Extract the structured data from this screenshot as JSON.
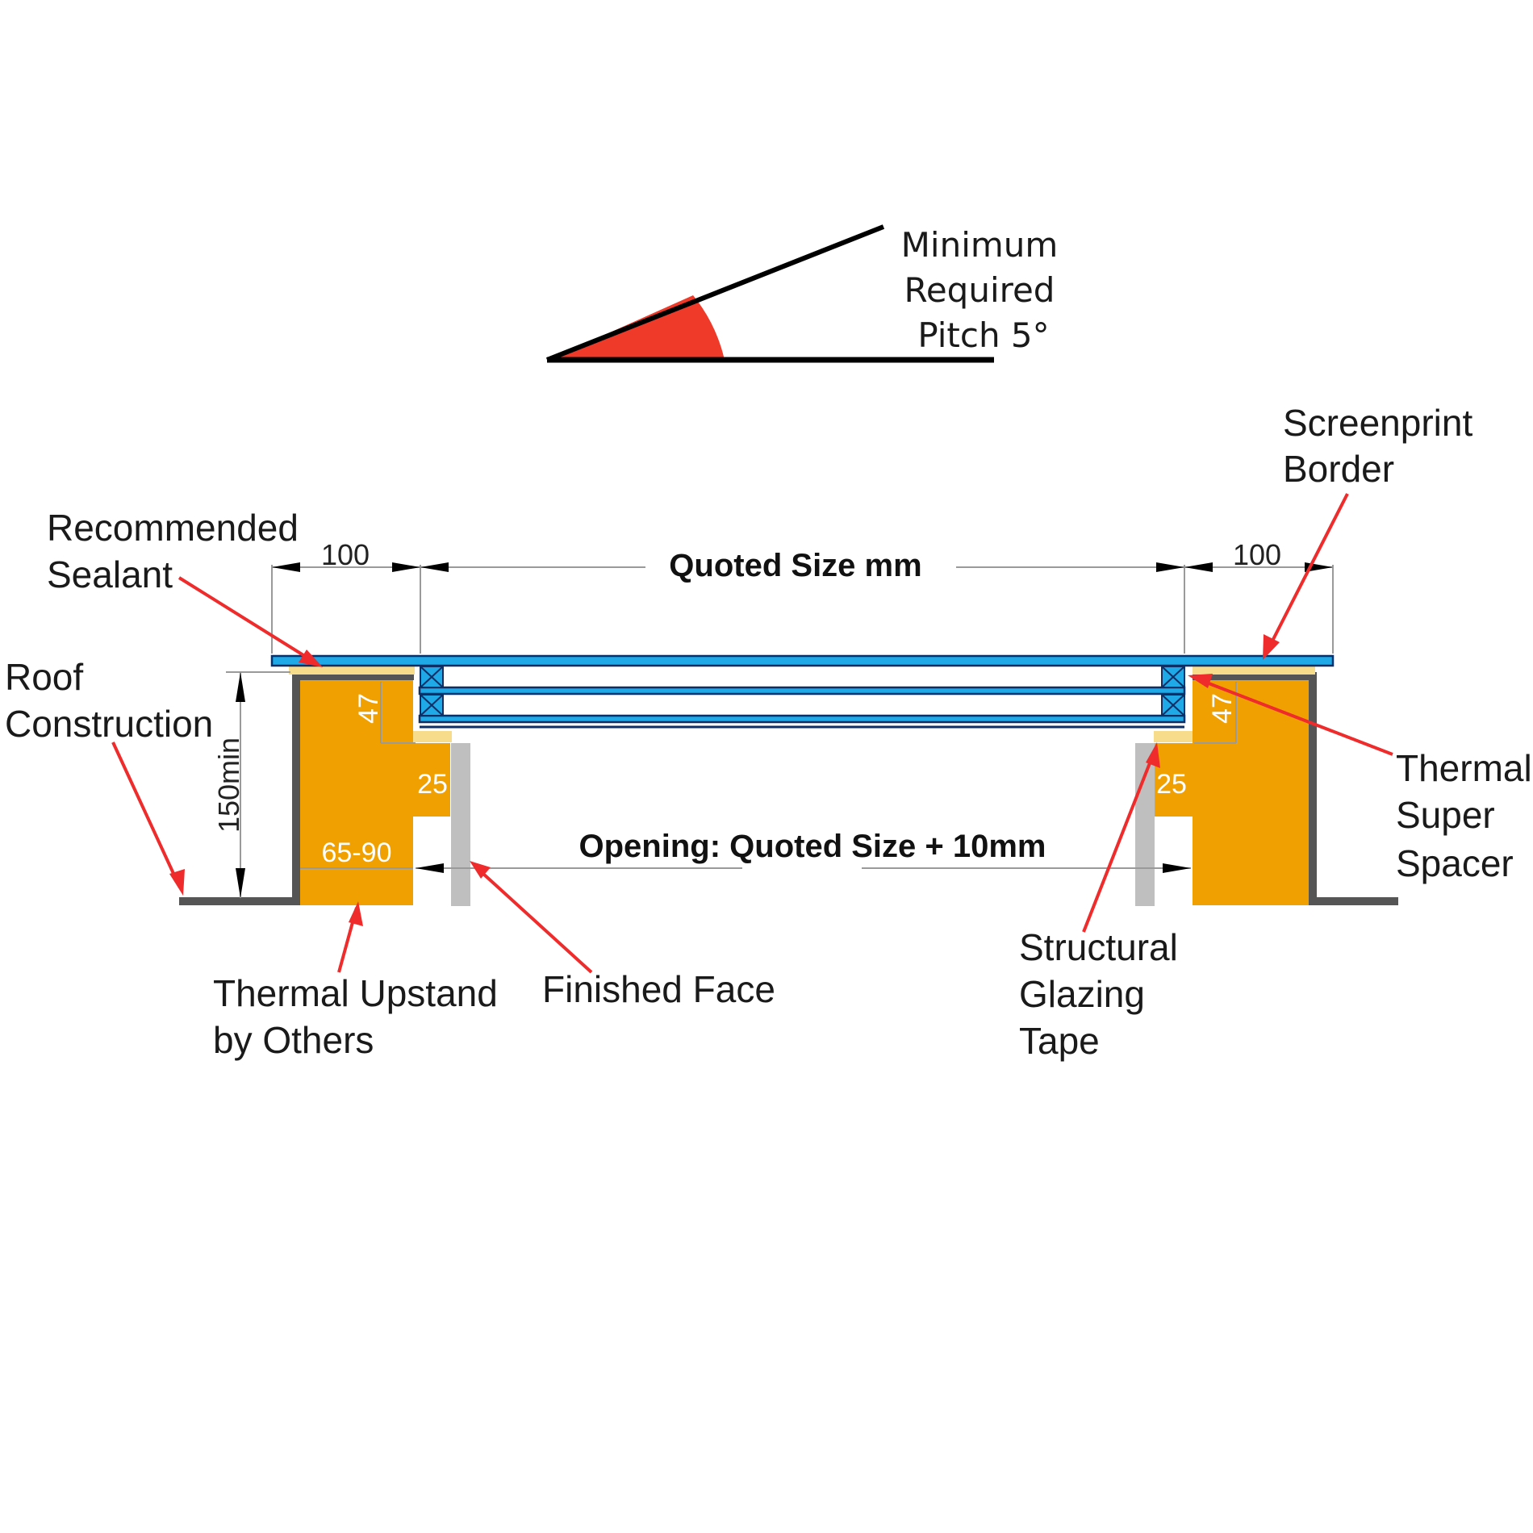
{
  "pitch": {
    "line1": "Minimum",
    "line2": "Required",
    "line3": "Pitch 5°"
  },
  "dimensions": {
    "left_border": "100",
    "right_border": "100",
    "quoted_size": "Quoted Size mm",
    "opening": "Opening: Quoted Size + 10mm",
    "upstand_height": "150min",
    "left_depth": "47",
    "right_depth": "47",
    "left_ledge": "25",
    "right_ledge": "25",
    "upstand_width": "65-90"
  },
  "labels": {
    "screenprint_border": [
      "Screenprint",
      "Border"
    ],
    "recommended_sealant": [
      "Recommended",
      "Sealant"
    ],
    "roof_construction": [
      "Roof",
      "Construction"
    ],
    "thermal_super_spacer": [
      "Thermal",
      "Super",
      "Spacer"
    ],
    "thermal_upstand": [
      "Thermal Upstand",
      "by Others"
    ],
    "finished_face": "Finished Face",
    "structural_glazing_tape": [
      "Structural",
      "Glazing",
      "Tape"
    ]
  },
  "colors": {
    "glass": "#1fa9e6",
    "glass_outline": "#0d2f66",
    "upstand": "#f0a000",
    "sealant": "#f7dc8c",
    "finished_face": "#bfbfbf",
    "roof": "#555555",
    "pitch_wedge": "#ef3a2a",
    "annotation_arrow": "#ef2b2b"
  }
}
